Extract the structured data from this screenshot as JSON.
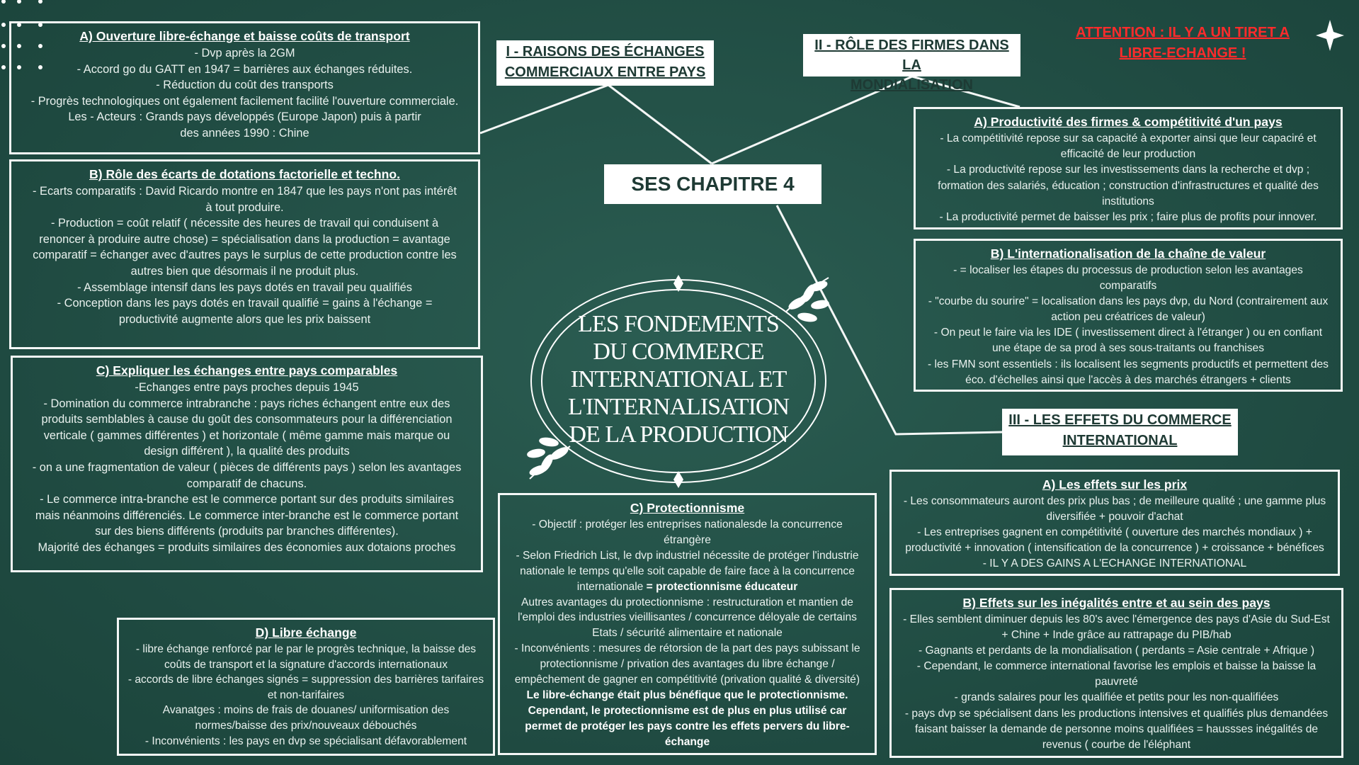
{
  "title": "SES CHAPITRE 4",
  "attention": [
    "ATTENTION : IL Y A UN TIRET A",
    "LIBRE-ECHANGE !"
  ],
  "center": [
    "LES FONDEMENTS",
    "DU COMMERCE",
    "INTERNATIONAL ET",
    "L'INTERNALISATION",
    "DE LA PRODUCTION"
  ],
  "sections": {
    "s1": [
      "I - RAISONS DES ÉCHANGES",
      "COMMERCIAUX ENTRE PAYS"
    ],
    "s2": [
      "II - RÔLE DES FIRMES DANS LA",
      "MONDIALISATION"
    ],
    "s3": [
      "III - LES EFFETS DU COMMERCE",
      "INTERNATIONAL"
    ]
  },
  "boxes": {
    "a1": {
      "title": "A) Ouverture libre-échange et baisse coûts de transport",
      "lines": [
        "- Dvp après la 2GM",
        "- Accord go du GATT en 1947 = barrières aux échanges réduites.",
        "- Réduction du coût des transports",
        "- Progrès technologiques ont également facilement facilité l'ouverture commerciale.",
        "Les - Acteurs : Grands pays développés  (Europe Japon) puis à partir",
        "des années 1990 :  Chine"
      ]
    },
    "b1": {
      "title": "B) Rôle des écarts de dotations factorielle et techno.",
      "lines": [
        "- Ecarts comparatifs : David Ricardo montre en 1847 que les pays n'ont pas intérêt",
        "à tout produire.",
        "-  Production = coût relatif ( nécessite des heures de travail qui conduisent à",
        "renoncer à produire autre chose) = spécialisation dans la production =  avantage",
        "comparatif =  échanger avec d'autres pays le surplus de cette production contre les",
        "autres bien que désormais il ne produit plus.",
        "- Assemblage intensif dans les pays dotés en travail peu qualifiés",
        "- Conception dans les pays dotés en travail qualifié = gains à l'échange =",
        "productivité augmente alors que les prix baissent"
      ]
    },
    "c1": {
      "title": "C) Expliquer les échanges entre pays comparables",
      "lines": [
        "-Echanges entre pays proches depuis 1945",
        "- Domination du commerce intrabranche : pays riches échangent entre eux des",
        "produits semblables à cause du goût des consommateurs pour la différenciation",
        "verticale ( gammes différentes ) et horizontale ( même gamme mais marque ou",
        "design différent ), la qualité des produits",
        "- on a une fragmentation de valeur ( pièces de différents pays ) selon les avantages",
        "comparatif de chacuns.",
        "-  Le commerce intra-branche est le commerce portant sur des produits similaires",
        "mais néanmoins différenciés. Le commerce inter-branche est le commerce portant",
        "sur des biens différents (produits par branches différentes).",
        "Majorité des échanges = produits similaires des économies aux dotaions proches"
      ]
    },
    "d1": {
      "title": "D)  Libre échange",
      "lines": [
        "- libre échange renforcé par le par le progrès technique, la baisse des",
        "coûts de transport et la signature d'accords internationaux",
        "- accords de libre échanges signés = suppression des barrières tarifaires",
        "et non-tarifaires",
        "Avanatges : moins de frais de douanes/ uniformisation des",
        "normes/baisse des prix/nouveaux débouchés",
        "- Inconvénients : les pays en dvp se spécialisant défavorablement"
      ]
    },
    "c2": {
      "title": "C)  Protectionnisme",
      "lines": [
        "- Objectif : protéger les entreprises nationalesde la concurrence",
        "étrangère",
        "- Selon Friedrich List, le dvp industriel nécessite de protéger l'industrie",
        "nationale le temps qu'elle soit capable de faire face à la concurrence"
      ],
      "mixed_prefix": "internationale ",
      "mixed_bold": "= protectionnisme éducateur",
      "lines2": [
        "Autres avantages du protectionnisme : restructuration et mantien de",
        "l'emploi des industries vieillisantes / concurrence déloyale de certains",
        "Etats / sécurité alimentaire et nationale",
        "- Inconvénients : mesures de rétorsion de la part des pays subissant le",
        "protectionnisme / privation des avantages du libre échange /",
        "empêchement de gagner en compétitivité (privation qualité & diversité)"
      ],
      "bold_lines": [
        "Le libre-échange était plus bénéfique que le protectionnisme.",
        "Cependant, le protectionnisme est de plus en plus utilisé car",
        "permet de protéger les pays contre les effets pervers du libre-",
        "échange"
      ]
    },
    "a2": {
      "title": "A) Productivité des firmes & compétitivité d'un pays",
      "lines": [
        "- La compétitivité repose sur sa capacité à exporter ainsi que leur capaciré et",
        "efficacité de leur production",
        "- La productivité repose sur les investissements dans la recherche et dvp ;",
        "formation des salariés, éducation ; construction d'infrastructures et qualité des",
        "institutions",
        "-  La productivité permet de baisser les prix ; faire plus de profits pour innover."
      ]
    },
    "b2": {
      "title": "B) L'internationalisation de la chaîne de valeur",
      "lines": [
        "- = localiser les étapes du processus de production selon les avantages",
        "comparatifs",
        "- \"courbe du sourire\" = localisation dans les pays dvp, du Nord (contrairement aux",
        "action peu créatrices de valeur)",
        "- On peut le faire via les IDE ( investissement direct à l'étranger ) ou en confiant",
        "une étape de sa prod à ses sous-traitants ou franchises",
        "- les FMN sont essentiels : ils localisent les segments productifs et permettent des",
        "éco. d'échelles ainsi que l'accès à des marchés étrangers + clients"
      ]
    },
    "a3": {
      "title": "A)  Les effets sur les prix",
      "lines": [
        "- Les consommateurs auront des prix plus bas ; de meilleure qualité ; une gamme plus",
        "diversifiée + pouvoir d'achat",
        "- Les entreprises gagnent en compétitivité ( ouverture des marchés mondiaux ) +",
        "productivité + innovation ( intensification de la concurrence ) + croissance + bénéfices",
        "-  IL Y A DES GAINS A L'ECHANGE INTERNATIONAL"
      ]
    },
    "b3": {
      "title": "B) Effets sur les inégalités entre et au sein des pays",
      "lines": [
        "- Elles semblent diminuer  depuis les 80's avec l'émergence des pays d'Asie du Sud-Est",
        "+ Chine + Inde grâce au rattrapage du PIB/hab",
        "-   Gagnants et perdants de la mondialisation ( perdants = Asie centrale + Afrique )",
        "- Cependant, le commerce international favorise les emplois et baisse la baisse la",
        "pauvreté",
        "- grands salaires pour les qualifiée et petits pour les non-qualifiées",
        "- pays dvp se spécialisent dans les productions intensives et qualifiés plus demandées",
        "faisant baisser la demande de personne moins qualifiées = haussses inégalités de",
        "revenus ( courbe de l'éléphant"
      ]
    }
  }
}
